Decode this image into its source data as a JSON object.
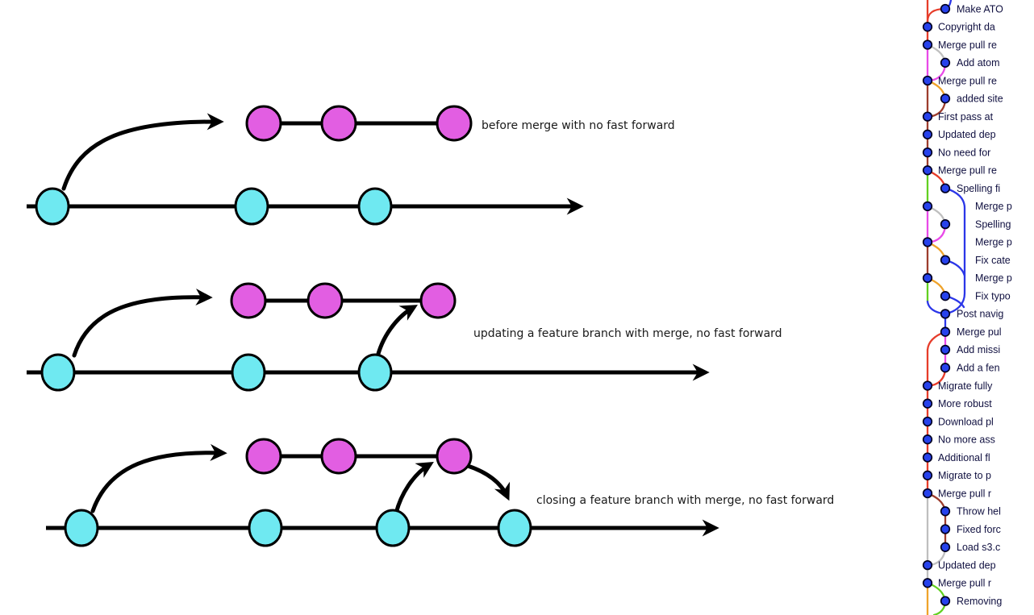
{
  "page": {
    "background": "#ffffff"
  },
  "diagrams": [
    {
      "label": "before merge with no fast forward"
    },
    {
      "label": "updating a feature branch with merge, no fast forward"
    },
    {
      "label": "closing a feature branch with merge, no fast forward"
    }
  ],
  "colors": {
    "cyan_commit": "#6fe9f1",
    "magenta_commit": "#e25ee2",
    "graph_red": "#e63c2a",
    "graph_dark_red": "#9d3d2d",
    "graph_magenta": "#e84ae8",
    "graph_orange": "#efa32b",
    "graph_green": "#62d021",
    "graph_blue": "#2b36e8",
    "graph_gray": "#bfbfbf",
    "node_blue": "#2742ec",
    "node_border": "#000022",
    "commit_text": "#101040"
  },
  "commit_graph": {
    "rows": [
      {
        "message": "Make ATO",
        "lane": 2,
        "indent": 2
      },
      {
        "message": "Copyright da",
        "lane": 1,
        "indent": 1
      },
      {
        "message": "Merge pull re",
        "lane": 1,
        "indent": 1
      },
      {
        "message": "Add atom",
        "lane": 2,
        "indent": 2
      },
      {
        "message": "Merge pull re",
        "lane": 1,
        "indent": 1
      },
      {
        "message": "added site",
        "lane": 2,
        "indent": 2
      },
      {
        "message": "First pass at",
        "lane": 1,
        "indent": 1
      },
      {
        "message": "Updated dep",
        "lane": 1,
        "indent": 1
      },
      {
        "message": "No need for",
        "lane": 1,
        "indent": 1
      },
      {
        "message": "Merge pull re",
        "lane": 1,
        "indent": 1
      },
      {
        "message": "Spelling fi",
        "lane": 2,
        "indent": 2
      },
      {
        "message": "Merge p",
        "lane": 1,
        "indent": 3
      },
      {
        "message": "Spelling",
        "lane": 2,
        "indent": 3
      },
      {
        "message": "Merge p",
        "lane": 1,
        "indent": 3
      },
      {
        "message": "Fix cate",
        "lane": 2,
        "indent": 3
      },
      {
        "message": "Merge p",
        "lane": 1,
        "indent": 3
      },
      {
        "message": "Fix typo",
        "lane": 2,
        "indent": 3
      },
      {
        "message": "Post navig",
        "lane": 2,
        "indent": 2
      },
      {
        "message": "Merge pul",
        "lane": 2,
        "indent": 2
      },
      {
        "message": "Add missi",
        "lane": 2,
        "indent": 2
      },
      {
        "message": "Add a fen",
        "lane": 2,
        "indent": 2
      },
      {
        "message": "Migrate fully",
        "lane": 1,
        "indent": 1
      },
      {
        "message": "More robust",
        "lane": 1,
        "indent": 1
      },
      {
        "message": "Download pl",
        "lane": 1,
        "indent": 1
      },
      {
        "message": "No more ass",
        "lane": 1,
        "indent": 1
      },
      {
        "message": "Additional fl",
        "lane": 1,
        "indent": 1
      },
      {
        "message": "Migrate to p",
        "lane": 1,
        "indent": 1
      },
      {
        "message": "Merge pull r",
        "lane": 1,
        "indent": 1
      },
      {
        "message": "Throw hel",
        "lane": 2,
        "indent": 2
      },
      {
        "message": "Fixed forc",
        "lane": 2,
        "indent": 2
      },
      {
        "message": "Load s3.c",
        "lane": 2,
        "indent": 2
      },
      {
        "message": "Updated dep",
        "lane": 1,
        "indent": 1
      },
      {
        "message": "Merge pull r",
        "lane": 1,
        "indent": 1
      },
      {
        "message": "Removing",
        "lane": 2,
        "indent": 2
      }
    ]
  }
}
